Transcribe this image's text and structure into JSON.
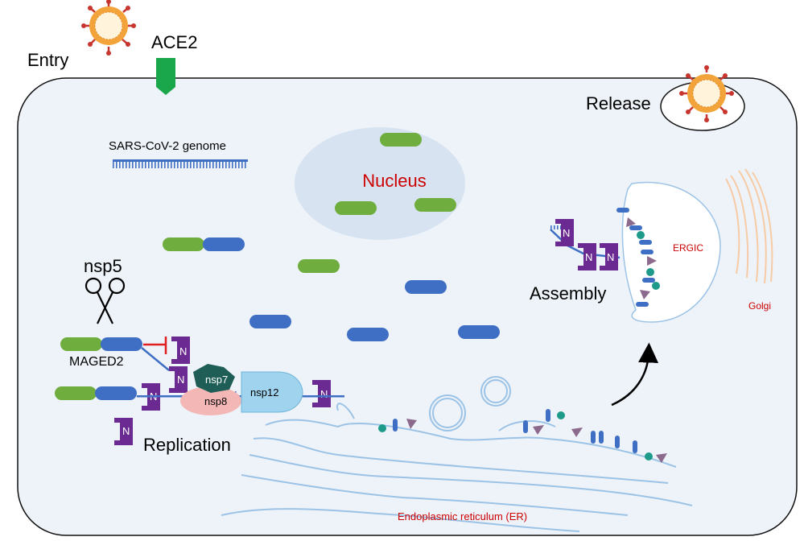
{
  "labels": {
    "entry": "Entry",
    "ace2": "ACE2",
    "release": "Release",
    "genome": "SARS-CoV-2 genome",
    "nucleus": "Nucleus",
    "nsp5": "nsp5",
    "maged2": "MAGED2",
    "replication": "Replication",
    "assembly": "Assembly",
    "ergic": "ERGIC",
    "golgi": "Golgi",
    "er": "Endoplasmic reticulum (ER)",
    "nsp7": "nsp7",
    "nsp8": "nsp8",
    "nsp12": "nsp12",
    "n_protein": "N"
  },
  "colors": {
    "green": "#6fae3e",
    "blue": "#3f6fc4",
    "purple": "#6a2a91",
    "red_text": "#cc0000",
    "cell_fill": "#eef3f9",
    "nucleus_fill": "#d7e3f1",
    "er_stroke": "#9cc3e6",
    "nsp7_fill": "#1f5e57",
    "nsp8_fill": "#f3b7b5",
    "nsp12_fill": "#9fd3ee",
    "ace2": "#1aa64a",
    "virus_orange": "#f2a33a",
    "virus_spike": "#c8352e",
    "golgi": "#f6cba6"
  },
  "icons": [
    "virus-icon",
    "scissors-icon",
    "inhibition-icon",
    "arrow-icon"
  ]
}
